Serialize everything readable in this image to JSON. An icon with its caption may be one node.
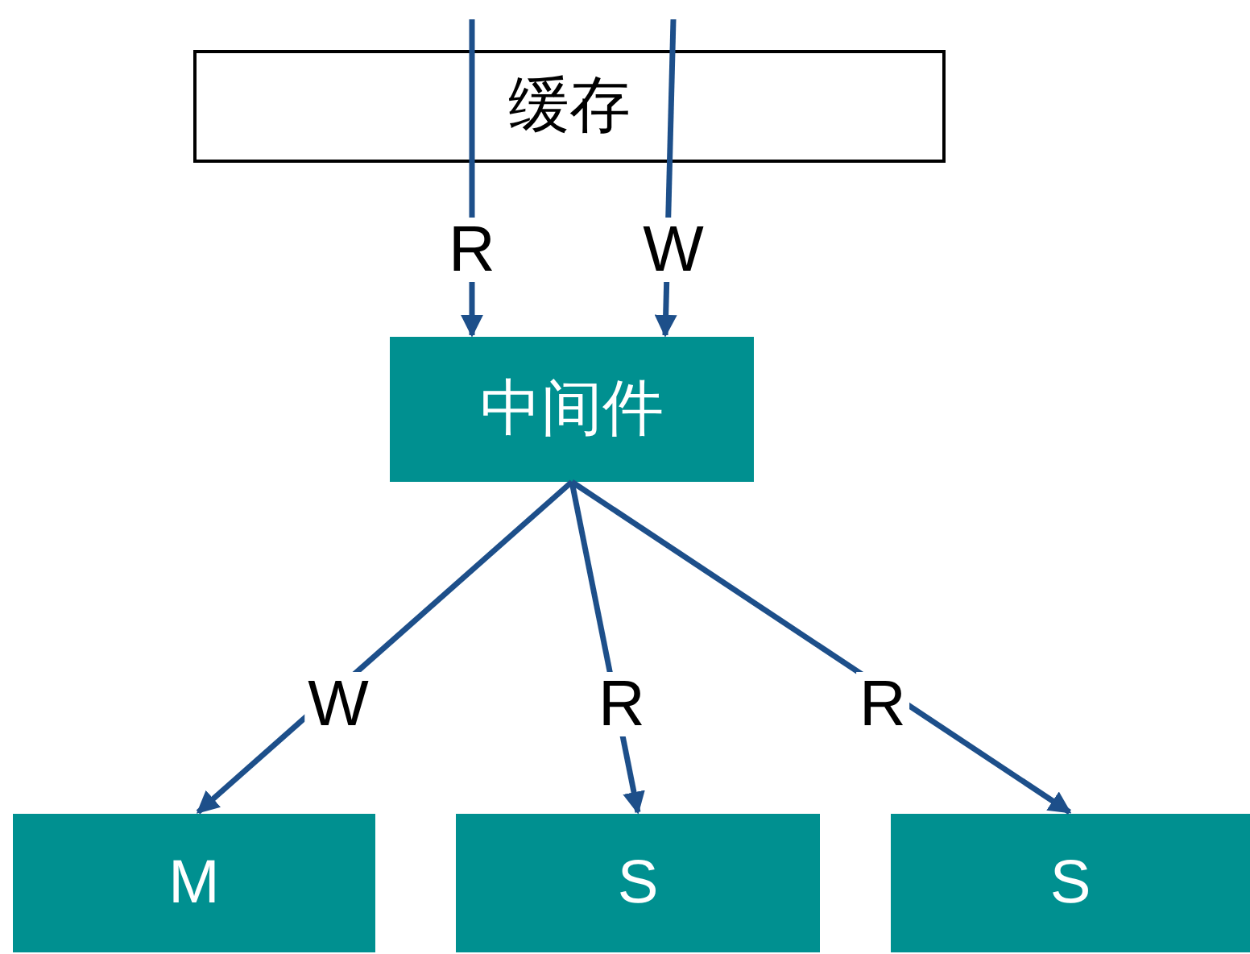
{
  "diagram": {
    "nodes": [
      {
        "text": [
          "缓存"
        ]
      },
      {
        "text": [
          "中间件"
        ]
      },
      {
        "text": [
          "M"
        ]
      },
      {
        "text": [
          "S"
        ]
      },
      {
        "text": [
          "S"
        ]
      }
    ],
    "edges": [
      {
        "from": null,
        "to": 1,
        "label": "R",
        "arrow": "to"
      },
      {
        "from": null,
        "to": 1,
        "label": "W",
        "arrow": "to"
      },
      {
        "from": 1,
        "to": 2,
        "label": "W",
        "arrow": "to"
      },
      {
        "from": 1,
        "to": 3,
        "label": "R",
        "arrow": "to"
      },
      {
        "from": 1,
        "to": 4,
        "label": "R",
        "arrow": "to"
      }
    ]
  }
}
